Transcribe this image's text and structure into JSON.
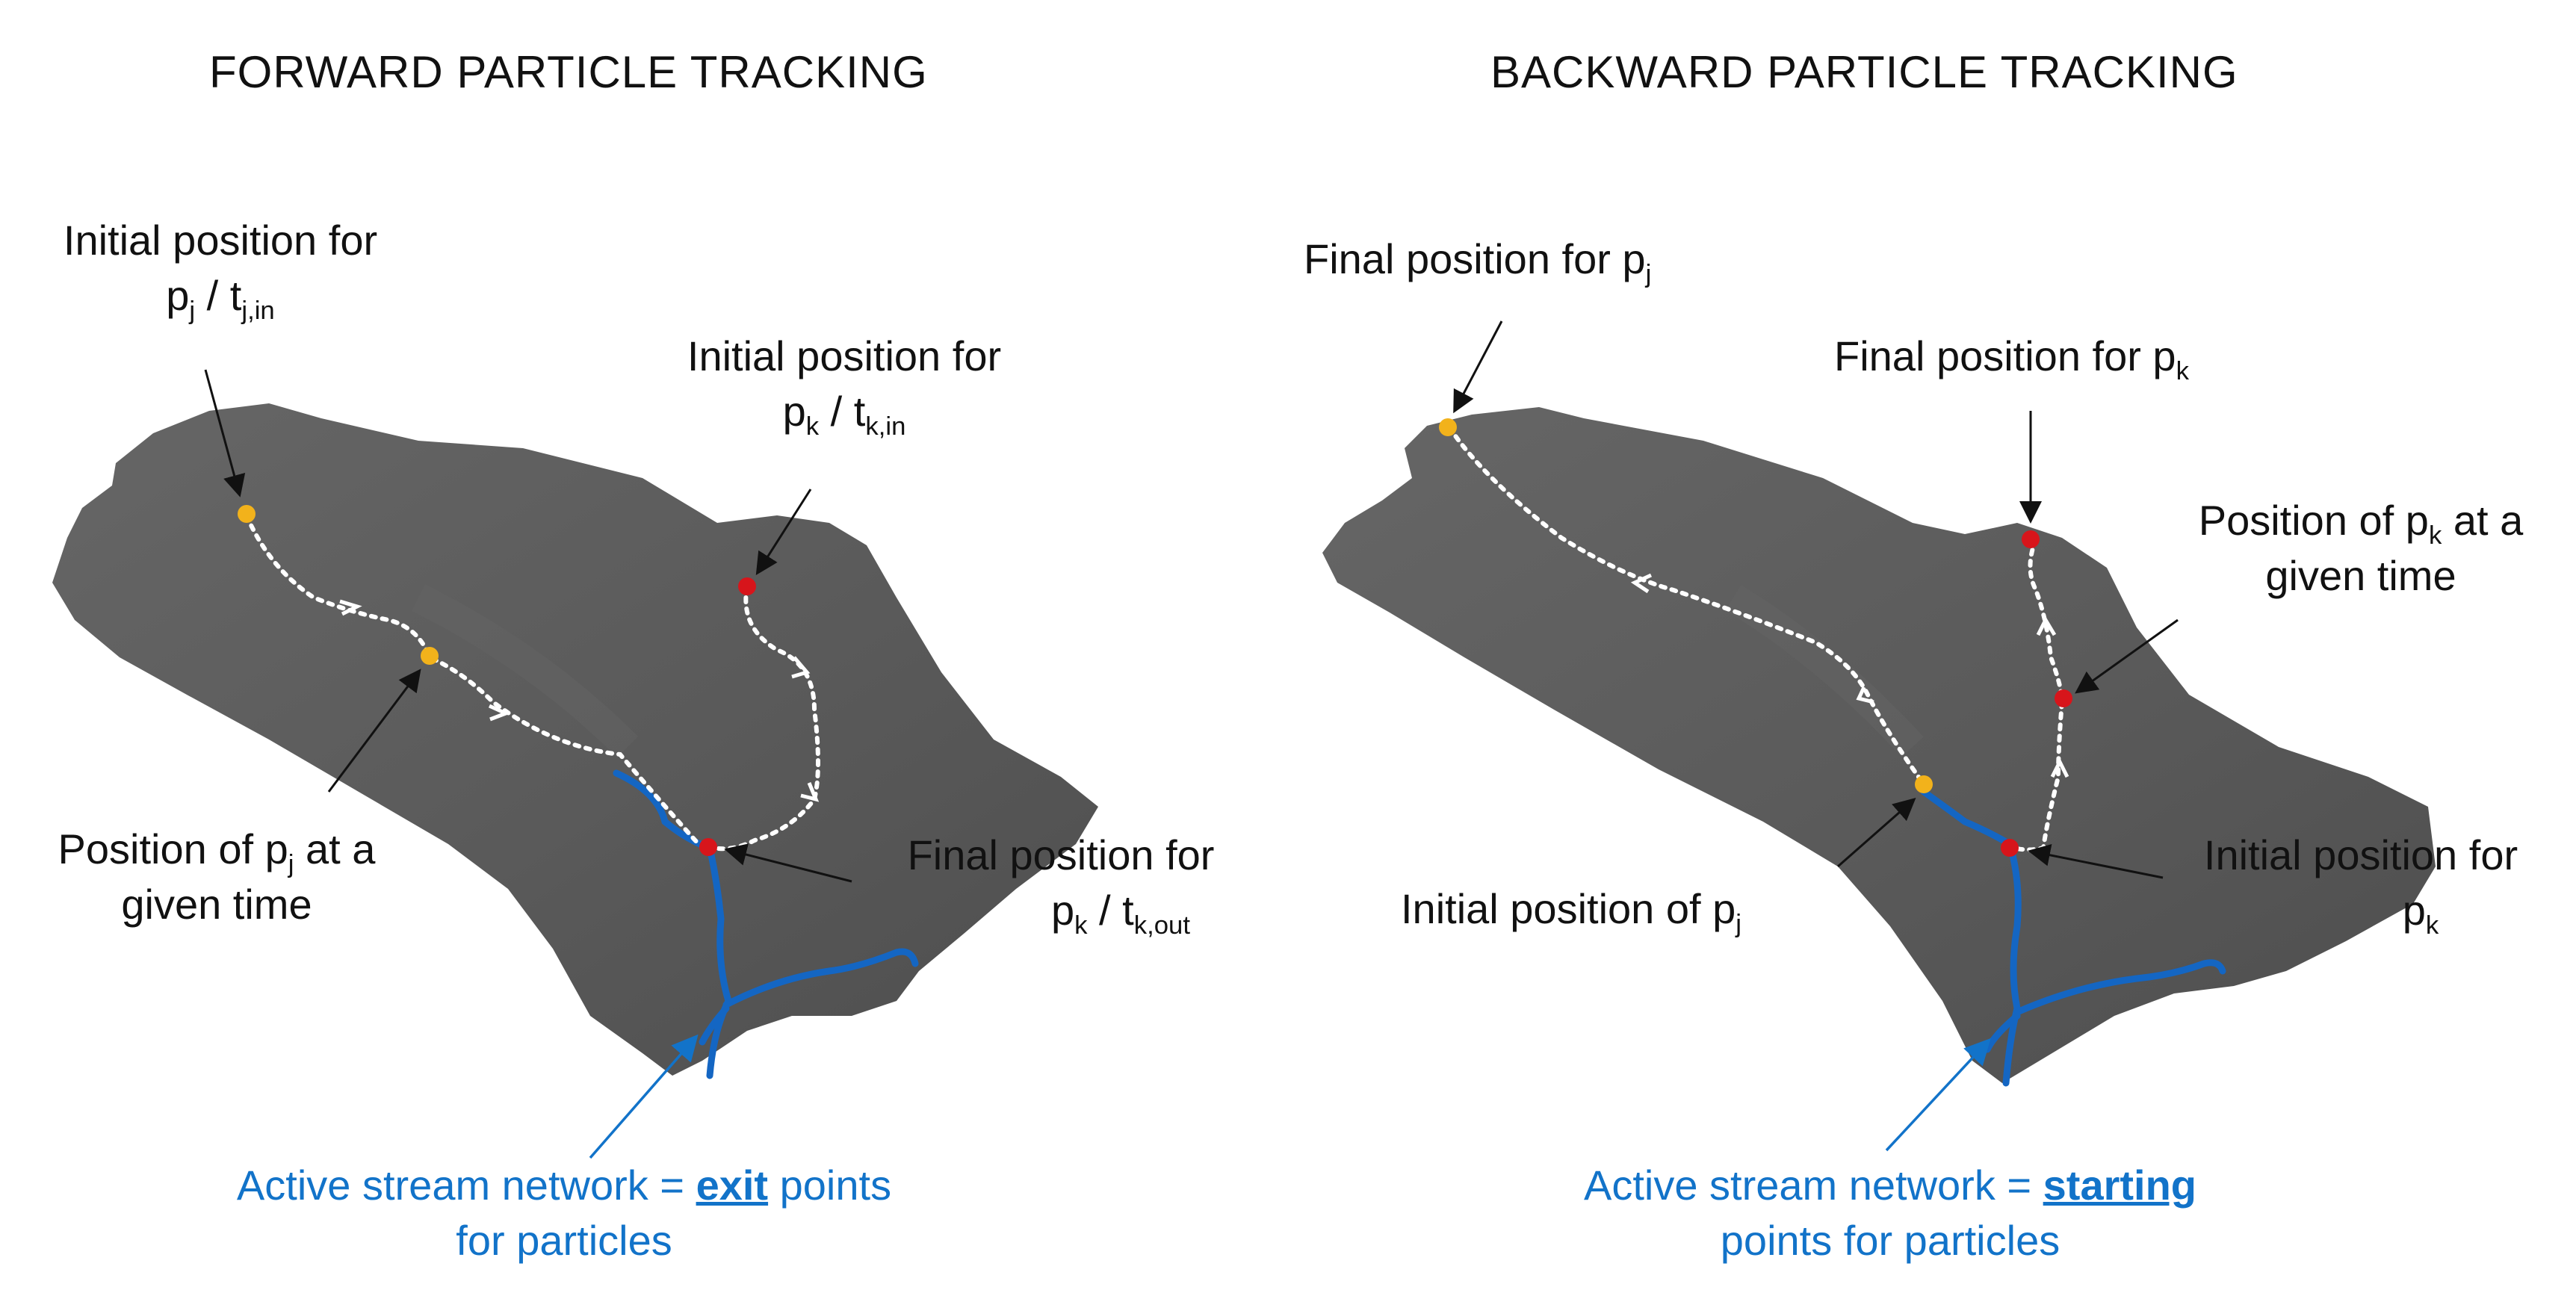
{
  "colors": {
    "terrain": "#5b5b5b",
    "terrain_light": "#6e6e6e",
    "stream": "#1466c3",
    "label_blue": "#1273c9",
    "particle_j": "#f2b21b",
    "particle_k": "#d7151b",
    "path": "#ffffff"
  },
  "forward": {
    "title": "FORWARD PARTICLE TRACKING",
    "init_j": {
      "line1": "Initial position for",
      "p": "p",
      "j": "j",
      "slash": " / t",
      "sub": "j,in"
    },
    "init_k": {
      "line1": "Initial position for",
      "p": "p",
      "k": "k",
      "slash": " / t",
      "sub": "k,in"
    },
    "pos_j": {
      "pre": "Position of p",
      "sub": "j",
      "post": " at a",
      "line2": "given time"
    },
    "final_k": {
      "line1": "Final position for",
      "p": "p",
      "k": "k",
      "slash": " / t",
      "sub": "k,out"
    },
    "stream": {
      "pre": "Active stream network = ",
      "bold": "exit",
      "post": " points",
      "line2": "for particles"
    }
  },
  "backward": {
    "title": "BACKWARD PARTICLE TRACKING",
    "final_j": {
      "pre": "Final position for p",
      "sub": "j"
    },
    "final_k": {
      "pre": "Final position for p",
      "sub": "k"
    },
    "pos_k": {
      "pre": "Position of p",
      "sub": "k",
      "post": " at a",
      "line2": "given time"
    },
    "init_j": {
      "pre": "Initial position of p",
      "sub": "j"
    },
    "init_k": {
      "line1": "Initial position for",
      "p": "p",
      "sub": "k"
    },
    "stream": {
      "pre": "Active stream network = ",
      "bold": "starting",
      "line2": "points for particles"
    }
  }
}
